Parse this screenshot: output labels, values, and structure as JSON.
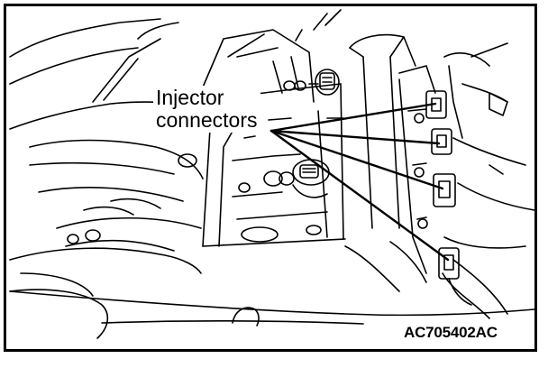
{
  "callout": {
    "line1": "Injector",
    "line2": "connectors"
  },
  "figure_code": "AC705402AC",
  "colors": {
    "ink": "#000000",
    "paper": "#ffffff"
  }
}
